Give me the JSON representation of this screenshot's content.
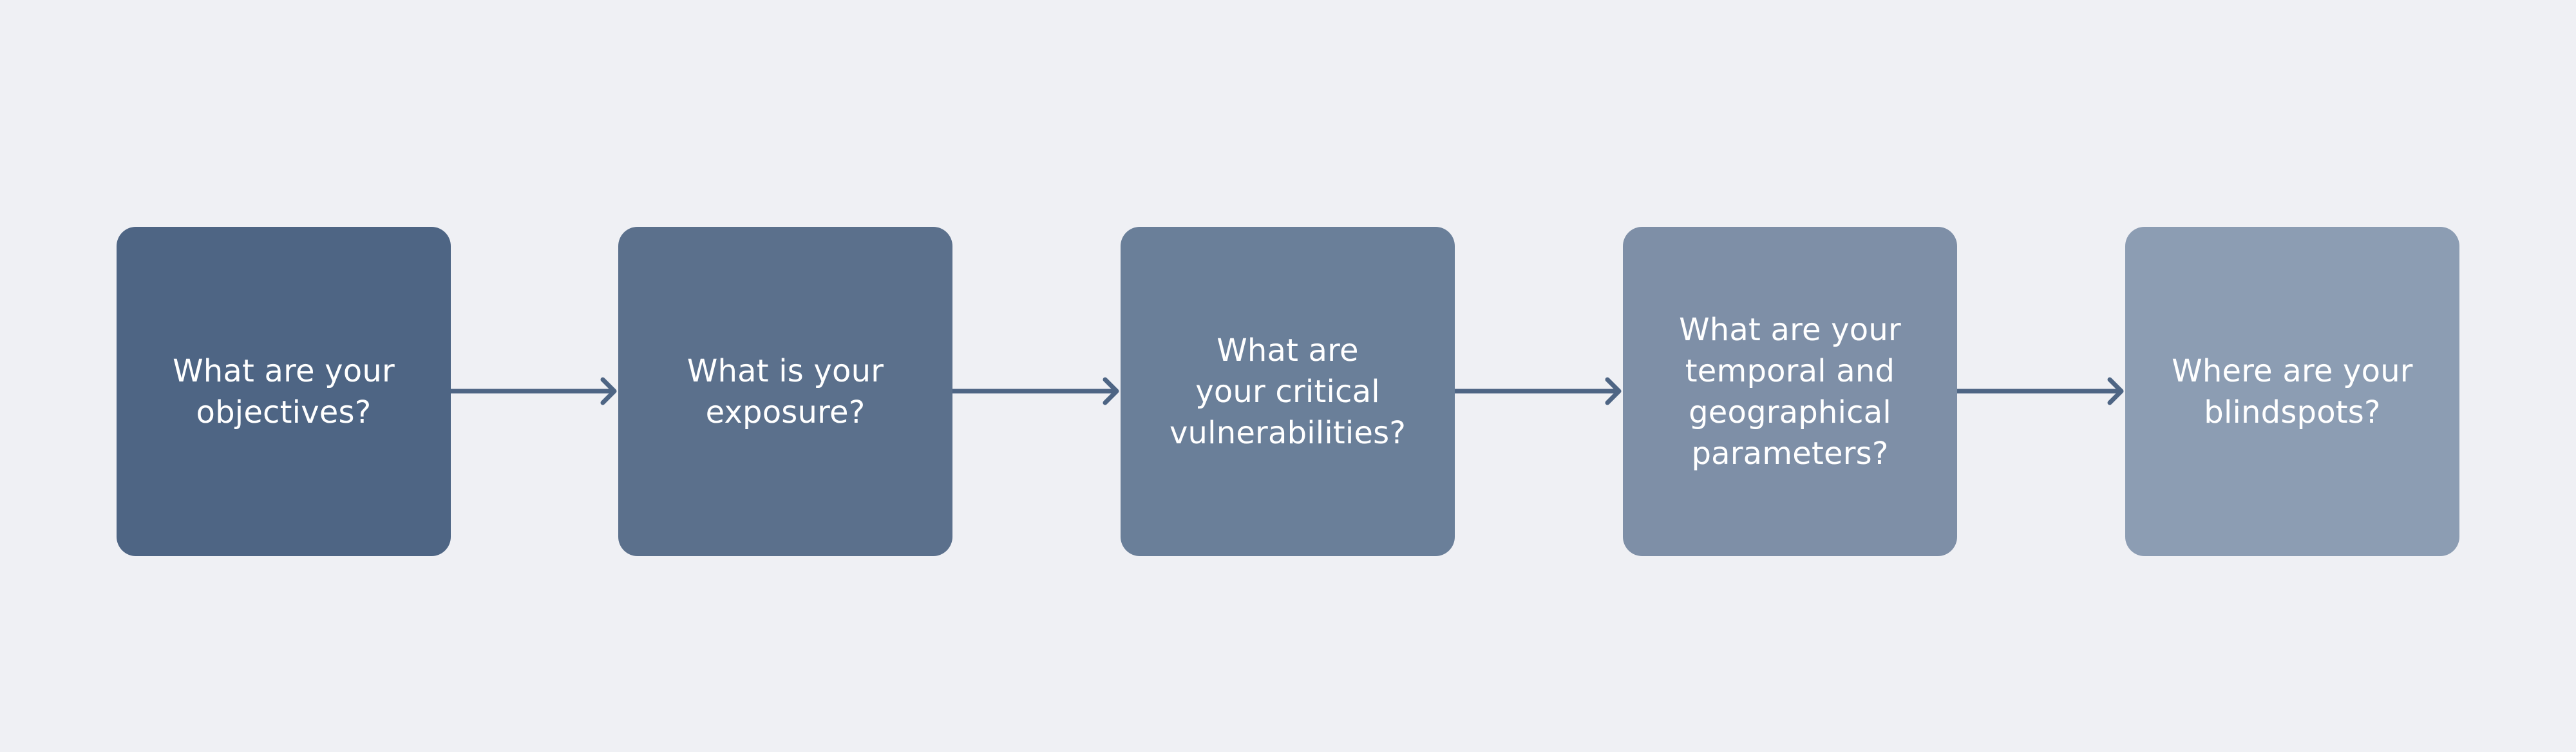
{
  "diagram": {
    "steps": [
      {
        "label": "What are your\nobjectives?",
        "color": "#4e6584"
      },
      {
        "label": "What is your\nexposure?",
        "color": "#5b708c"
      },
      {
        "label": "What are\nyour critical\nvulnerabilities?",
        "color": "#6a7f99"
      },
      {
        "label": "What are your\ntemporal and\ngeographical\nparameters?",
        "color": "#7e8fa7"
      },
      {
        "label": "Where are your\nblindspots?",
        "color": "#8c9db3"
      }
    ],
    "connector_color": "#4e6584"
  }
}
